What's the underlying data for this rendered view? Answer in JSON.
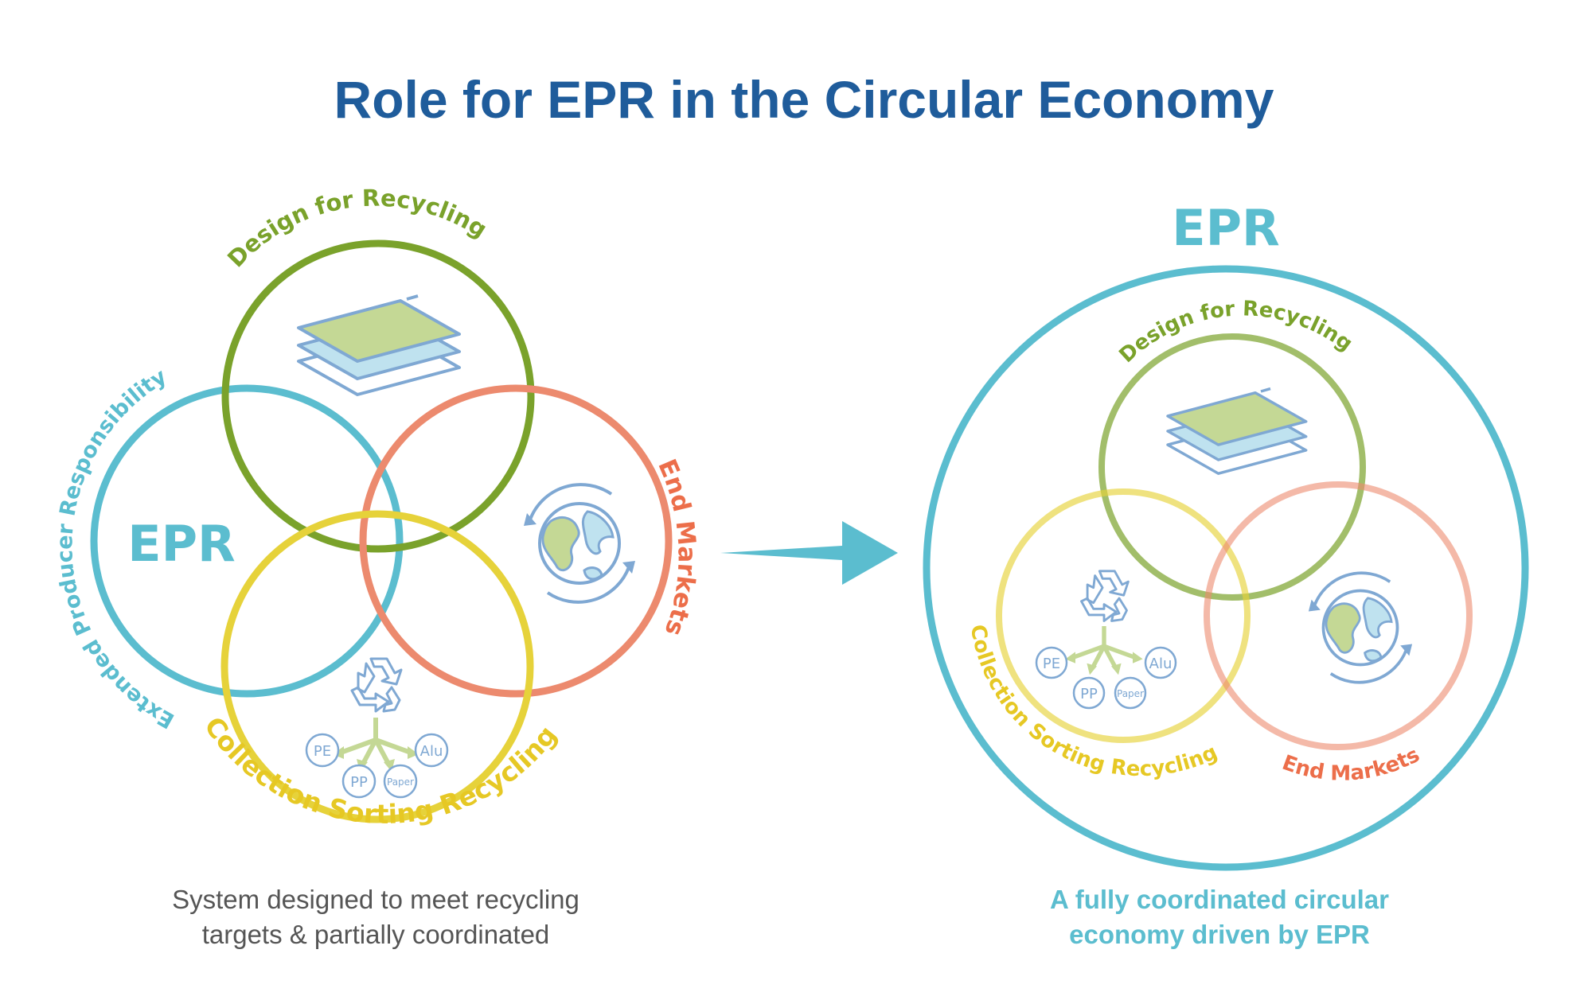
{
  "title": "Role for EPR in the Circular Economy",
  "colors": {
    "title": "#1f5c9b",
    "epr": "#5bbdcf",
    "design": "#7aa22b",
    "collection": "#e6d23a",
    "markets": "#ec8a6e",
    "caption_left": "#555555",
    "caption_right": "#5bbdcf",
    "icon_line": "#7fa8d3",
    "icon_fill_green": "#c4d895",
    "icon_fill_blue": "#bfe2ef",
    "arrow": "#5bbdcf"
  },
  "left": {
    "epr_label": "EPR",
    "epr_arc_label": "Extended Producer Responsibility",
    "design_label": "Design for Recycling",
    "markets_label": "End Markets",
    "collection_label": "Collection Sorting Recycling",
    "materials": [
      "PE",
      "Alu",
      "PP",
      "Paper"
    ],
    "caption_line1": "System designed to meet recycling",
    "caption_line2": "targets & partially coordinated"
  },
  "right": {
    "epr_heading": "EPR",
    "design_label": "Design for Recycling",
    "collection_label": "Collection Sorting Recycling",
    "markets_label": "End Markets",
    "materials": [
      "PE",
      "Alu",
      "PP",
      "Paper"
    ],
    "caption_line1": "A fully coordinated circular",
    "caption_line2": "economy driven by EPR"
  },
  "icons": [
    "layers-icon",
    "globe-recycle-icon",
    "recycle-icon",
    "sort-arrows-icon",
    "arrow-right-icon"
  ]
}
